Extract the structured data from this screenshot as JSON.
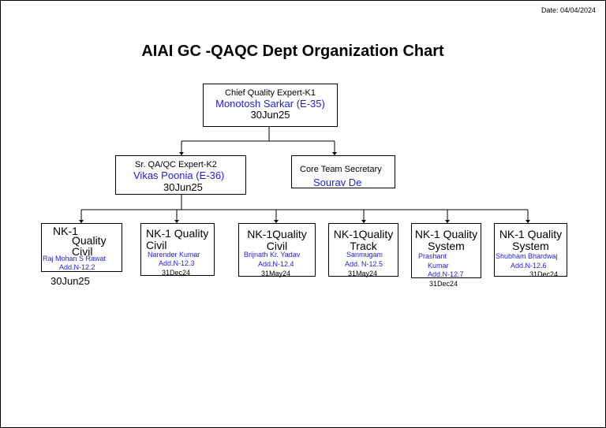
{
  "date": "Date: 04/04/2024",
  "title": "AIAI GC -QAQC Dept Organization Chart",
  "chief": {
    "role": "Chief Quality Expert-K1",
    "name": "Monotosh Sarkar (E-35)",
    "date": "30Jun25"
  },
  "sr": {
    "role": "Sr. QA/QC Expert-K2",
    "name": "Vikas Poonia (E-36)",
    "date": "30Jun25"
  },
  "secretary": {
    "role": "Core Team Secretary",
    "name": "Sourav De"
  },
  "nodes": [
    {
      "role1": "NK-1",
      "role2": "Quality",
      "role3": "Civil",
      "name": "Raj Mohan S Rawat",
      "code": "Add.N-12.2",
      "date": "30Jun25"
    },
    {
      "role1": "NK-1 Quality",
      "role2": "Civil",
      "name": "Narender Kumar",
      "code": "Add.N-12.3",
      "date": "31Dec24"
    },
    {
      "role1": "NK-1Quality",
      "role2": "Civil",
      "name": "Brijnath Kr. Yadav",
      "code": "Add.N-12.4",
      "date": "31May24"
    },
    {
      "role1": "NK-1Quality",
      "role2": "Track",
      "name": "Sanmugam",
      "code": "Add. N-12.5",
      "date": "31May24"
    },
    {
      "role1": "NK-1 Quality",
      "role2": "System",
      "name1": "Prashant",
      "name2": "Kumar",
      "code": "Add.N-12.7",
      "date": "31Dec24"
    },
    {
      "role1": "NK-1 Quality",
      "role2": "System",
      "name": "Shubham Bhardwaj",
      "code": "Add.N-12.6",
      "date": "31Dec24"
    }
  ],
  "colors": {
    "name_text": "#1f1fd6",
    "line": "#000000"
  }
}
